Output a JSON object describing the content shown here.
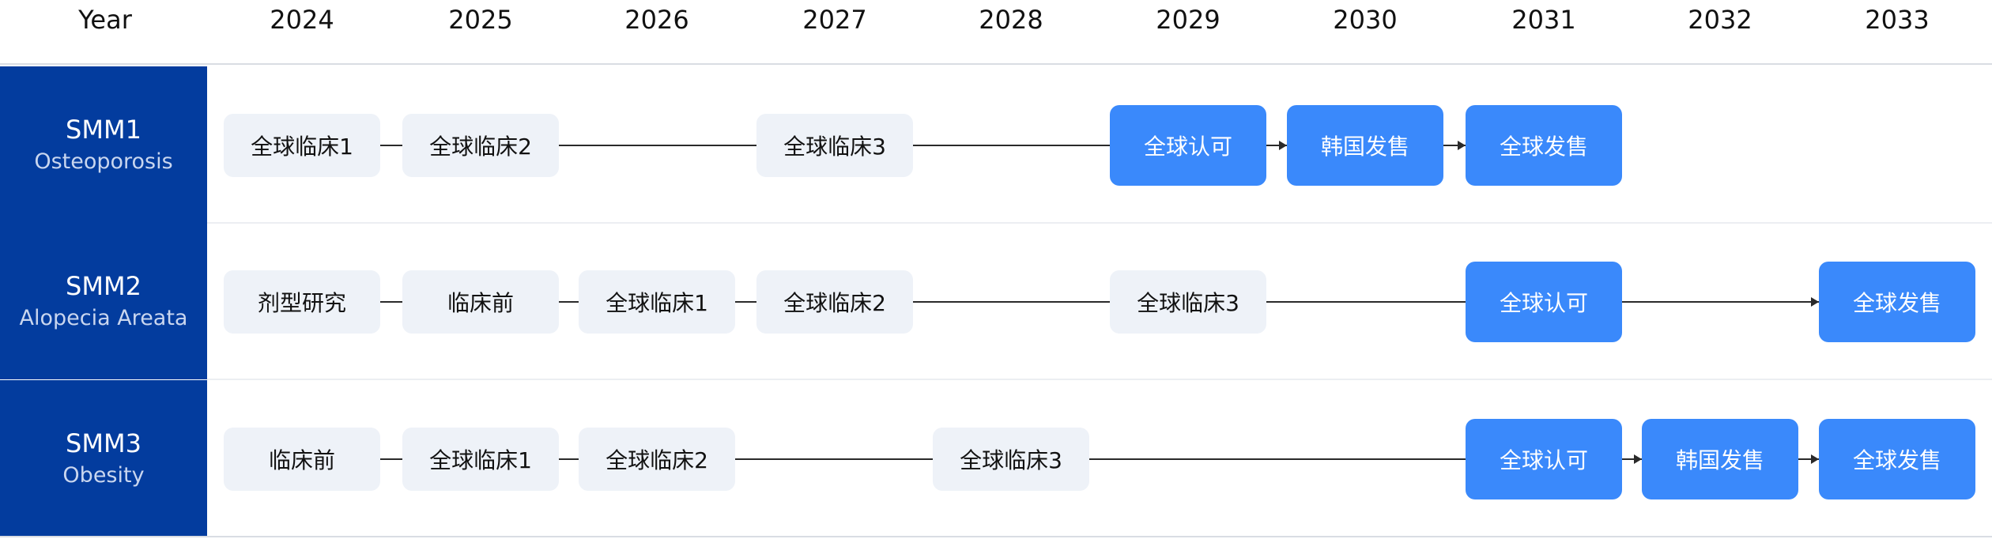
{
  "header": {
    "year_label": "Year",
    "years": [
      "2024",
      "2025",
      "2026",
      "2027",
      "2028",
      "2029",
      "2030",
      "2031",
      "2032",
      "2033"
    ]
  },
  "rows": [
    {
      "code": "SMM1",
      "indication": "Osteoporosis",
      "milestones": [
        {
          "year": "2024",
          "label": "全球临床1",
          "style": "light"
        },
        {
          "year": "2025",
          "label": "全球临床2",
          "style": "light"
        },
        {
          "year": "2027",
          "label": "全球临床3",
          "style": "light"
        },
        {
          "year": "2029",
          "label": "全球认可",
          "style": "blue"
        },
        {
          "year": "2030",
          "label": "韩国发售",
          "style": "blue"
        },
        {
          "year": "2031",
          "label": "全球发售",
          "style": "blue"
        }
      ]
    },
    {
      "code": "SMM2",
      "indication": "Alopecia Areata",
      "milestones": [
        {
          "year": "2024",
          "label": "剂型研究",
          "style": "light"
        },
        {
          "year": "2025",
          "label": "临床前",
          "style": "light"
        },
        {
          "year": "2026",
          "label": "全球临床1",
          "style": "light"
        },
        {
          "year": "2027",
          "label": "全球临床2",
          "style": "light"
        },
        {
          "year": "2029",
          "label": "全球临床3",
          "style": "light"
        },
        {
          "year": "2031",
          "label": "全球认可",
          "style": "blue"
        },
        {
          "year": "2033",
          "label": "全球发售",
          "style": "blue"
        }
      ]
    },
    {
      "code": "SMM3",
      "indication": "Obesity",
      "milestones": [
        {
          "year": "2024",
          "label": "临床前",
          "style": "light"
        },
        {
          "year": "2025",
          "label": "全球临床1",
          "style": "light"
        },
        {
          "year": "2026",
          "label": "全球临床2",
          "style": "light"
        },
        {
          "year": "2028",
          "label": "全球临床3",
          "style": "light"
        },
        {
          "year": "2031",
          "label": "全球认可",
          "style": "blue"
        },
        {
          "year": "2032",
          "label": "韩国发售",
          "style": "blue"
        },
        {
          "year": "2033",
          "label": "全球发售",
          "style": "blue"
        }
      ]
    }
  ],
  "colors": {
    "row_label_bg": "#033c9e",
    "light_box": "#eef2f8",
    "blue_box": "#3a89fb"
  }
}
